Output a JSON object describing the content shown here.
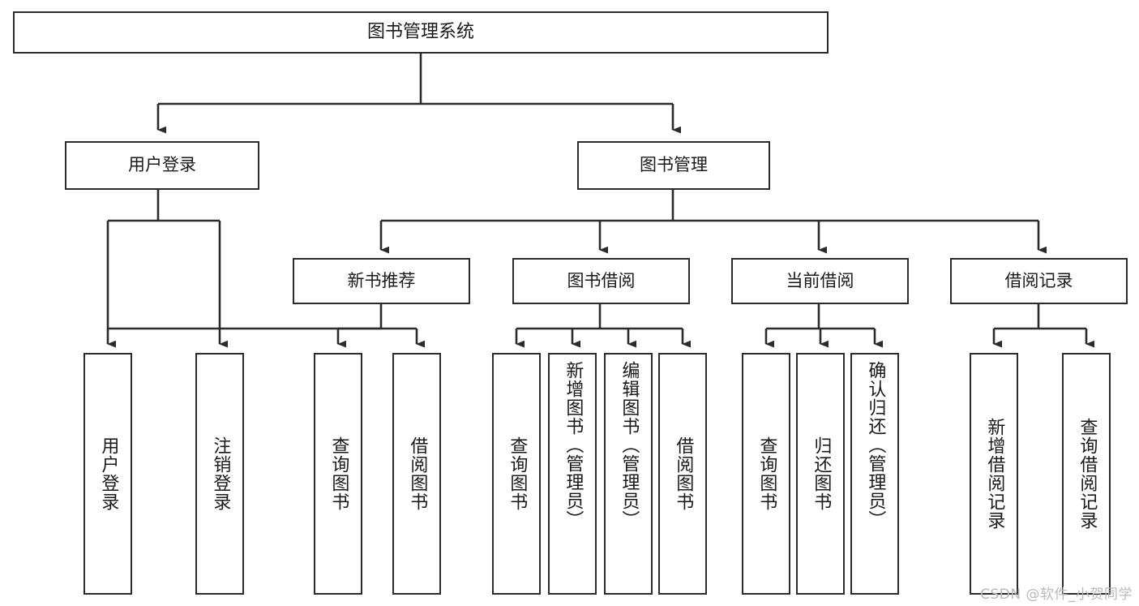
{
  "diagram": {
    "title": "图书管理系统",
    "type": "tree-hierarchy-chart",
    "root": {
      "label": "图书管理系统"
    },
    "level2": [
      {
        "label": "用户登录"
      },
      {
        "label": "图书管理"
      }
    ],
    "level3": [
      {
        "label": "新书推荐"
      },
      {
        "label": "图书借阅"
      },
      {
        "label": "当前借阅"
      },
      {
        "label": "借阅记录"
      }
    ],
    "leaves": [
      {
        "label": "用户登录"
      },
      {
        "label": "注销登录"
      },
      {
        "label": "查询图书"
      },
      {
        "label": "借阅图书"
      },
      {
        "label": "查询图书"
      },
      {
        "label": "新增图书（管理员）"
      },
      {
        "label": "编辑图书（管理员）"
      },
      {
        "label": "借阅图书"
      },
      {
        "label": "查询图书"
      },
      {
        "label": "归还图书"
      },
      {
        "label": "确认归还（管理员）"
      },
      {
        "label": "新增借阅记录"
      },
      {
        "label": "查询借阅记录"
      }
    ]
  },
  "watermark": {
    "text": "CSDN @软件_小贺同学"
  },
  "colors": {
    "stroke": "#2b2b2b",
    "fill": "#ffffff",
    "text": "#1a1a1a",
    "watermark": "#b9b9b9"
  }
}
